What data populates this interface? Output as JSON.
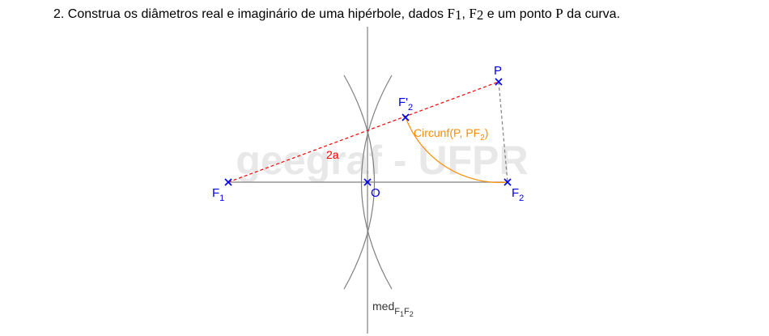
{
  "question": {
    "prefix": "2. Construa os diâmetros real e imaginário de uma hipérbole, dados ",
    "f1": "F",
    "f1_sub": "1",
    "sep1": ", ",
    "f2": "F",
    "f2_sub": "2",
    "mid": " e um ponto ",
    "p": "P",
    "suffix": " da curva."
  },
  "watermark": "geegraf - UFPR",
  "points": {
    "F1": {
      "main": "F",
      "sub": "1"
    },
    "F2": {
      "main": "F",
      "sub": "2"
    },
    "F2prime": {
      "main": "F'",
      "sub": "2"
    },
    "O": {
      "main": "O"
    },
    "P": {
      "main": "P"
    }
  },
  "labels": {
    "segment_2a": "2a",
    "circle": {
      "pre": "Circunf(P, PF",
      "sub": "2",
      "post": ")"
    },
    "perpendicular_bisector": {
      "main": "med",
      "sub1": "F",
      "sub1b": "1",
      "sub2": "F",
      "sub2b": "2"
    }
  },
  "colors": {
    "points": "#0000ee",
    "segment_2a": "#ff0000",
    "circle_arc": "#ff8c00",
    "construction": "#808080",
    "watermark": "#e8e8e8"
  }
}
